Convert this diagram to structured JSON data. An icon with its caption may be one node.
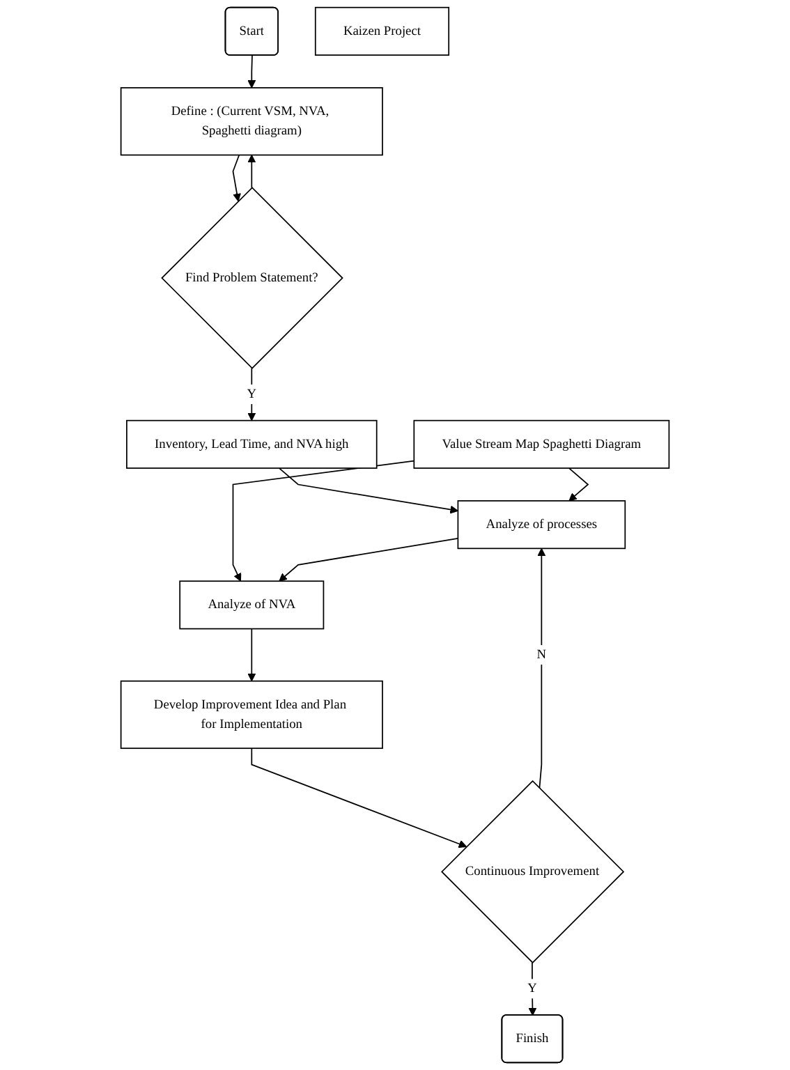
{
  "diagram": {
    "nodes": [
      {
        "text": [
          "Start"
        ]
      },
      {
        "text": [
          "Define : (Current VSM, NVA, Spaghetti diagram)"
        ]
      },
      {
        "text": [
          "Find Problem Statement?"
        ]
      },
      {
        "text": [
          "Inventory, Lead Time, and NVA high"
        ]
      },
      {
        "text": [
          "Value Stream Map Spaghetti Diagram"
        ]
      },
      {
        "text": [
          "Analyze of processes"
        ]
      },
      {
        "text": [
          "Analyze of NVA"
        ]
      },
      {
        "text": [
          "Kaizen Project"
        ]
      },
      {
        "text": [
          "Develop Improvement Idea and Plan for Implementation"
        ]
      },
      {
        "text": [
          "Continuous Improvement"
        ]
      },
      {
        "text": [
          "Finish"
        ]
      }
    ],
    "edges": [
      {
        "from": 0,
        "to": 1,
        "arrow": "to"
      },
      {
        "from": 1,
        "to": 2,
        "arrow": "to"
      },
      {
        "from": 2,
        "to": 1,
        "arrow": "to"
      },
      {
        "from": 2,
        "to": 3,
        "label": "Y",
        "arrow": "to"
      },
      {
        "from": 3,
        "to": 5,
        "arrow": "to"
      },
      {
        "from": 4,
        "to": 5,
        "arrow": "to"
      },
      {
        "from": 4,
        "to": 6,
        "arrow": "to"
      },
      {
        "from": 5,
        "to": 6,
        "arrow": "to"
      },
      {
        "from": 6,
        "to": 8,
        "arrow": "to"
      },
      {
        "from": 8,
        "to": 9,
        "arrow": "to"
      },
      {
        "from": 9,
        "to": 5,
        "label": "N",
        "arrow": "to"
      },
      {
        "from": 9,
        "to": 10,
        "label": "Y",
        "arrow": "to"
      }
    ]
  }
}
